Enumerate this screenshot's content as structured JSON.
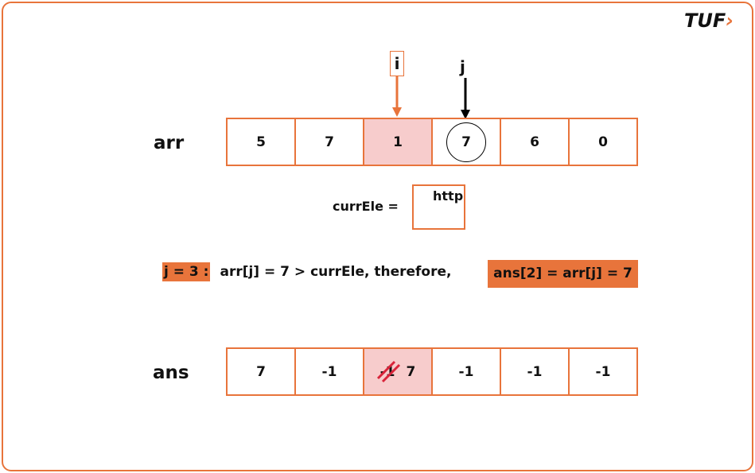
{
  "logo": "TUF",
  "pointers": {
    "i": "i",
    "j": "j"
  },
  "arr": {
    "label": "arr",
    "values": [
      "5",
      "7",
      "1",
      "7",
      "6",
      "0"
    ],
    "highlight_index": 2,
    "circled_index": 3
  },
  "currEle": {
    "label": "currEle =",
    "value": "http"
  },
  "explanation": {
    "step": "j = 3 :",
    "text": "arr[j] = 7  > currEle, therefore,",
    "result": "ans[2] = arr[j] = 7"
  },
  "ans": {
    "label": "ans",
    "values": [
      "7",
      "-1",
      "-1",
      "-1",
      "-1",
      "-1"
    ],
    "highlight_index": 2,
    "struck_value": "-1",
    "new_value": "7"
  },
  "colors": {
    "accent": "#e8743b",
    "highlight": "#f7cccc",
    "strike": "#d9243a"
  }
}
